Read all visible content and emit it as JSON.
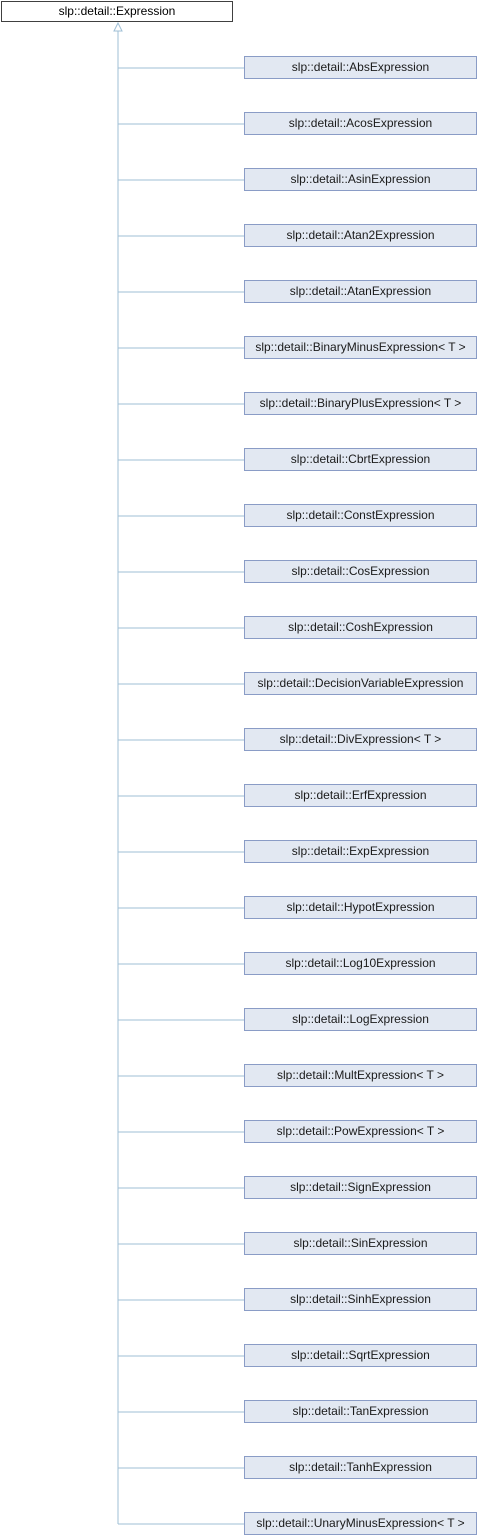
{
  "base_class": "slp::detail::Expression",
  "derived_classes": [
    "slp::detail::AbsExpression",
    "slp::detail::AcosExpression",
    "slp::detail::AsinExpression",
    "slp::detail::Atan2Expression",
    "slp::detail::AtanExpression",
    "slp::detail::BinaryMinusExpression< T >",
    "slp::detail::BinaryPlusExpression< T >",
    "slp::detail::CbrtExpression",
    "slp::detail::ConstExpression",
    "slp::detail::CosExpression",
    "slp::detail::CoshExpression",
    "slp::detail::DecisionVariableExpression",
    "slp::detail::DivExpression< T >",
    "slp::detail::ErfExpression",
    "slp::detail::ExpExpression",
    "slp::detail::HypotExpression",
    "slp::detail::Log10Expression",
    "slp::detail::LogExpression",
    "slp::detail::MultExpression< T >",
    "slp::detail::PowExpression< T >",
    "slp::detail::SignExpression",
    "slp::detail::SinExpression",
    "slp::detail::SinhExpression",
    "slp::detail::SqrtExpression",
    "slp::detail::TanExpression",
    "slp::detail::TanhExpression",
    "slp::detail::UnaryMinusExpression< T >"
  ],
  "colors": {
    "connector": "#9fbfd6",
    "derived_fill": "#e2e8f2",
    "derived_border": "#8a9cc6",
    "base_border": "#404040"
  }
}
